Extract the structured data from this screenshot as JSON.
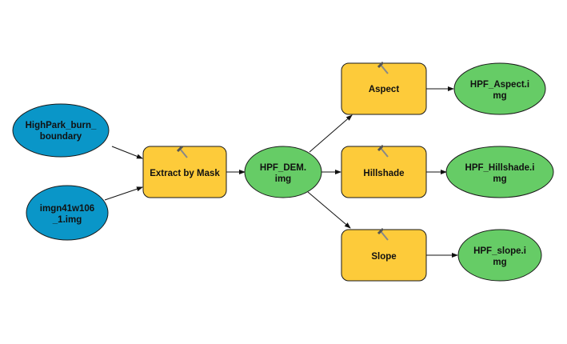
{
  "colors": {
    "input_data": "#0a96c8",
    "tool": "#fdcb3a",
    "output_data": "#66cc66",
    "stroke": "#1a1a1a",
    "background": "#ffffff"
  },
  "nodes": {
    "burn_boundary": {
      "type": "input_data",
      "lines": [
        "HighPark_burn_",
        "boundary"
      ]
    },
    "dem_input": {
      "type": "input_data",
      "lines": [
        "imgn41w106",
        "_1.img"
      ]
    },
    "extract": {
      "type": "tool",
      "icon": "hammer-icon",
      "lines": [
        "Extract by Mask"
      ]
    },
    "hpf_dem": {
      "type": "derived_data",
      "lines": [
        "HPF_DEM.",
        "img"
      ]
    },
    "aspect": {
      "type": "tool",
      "icon": "hammer-icon",
      "lines": [
        "Aspect"
      ]
    },
    "hillshade": {
      "type": "tool",
      "icon": "hammer-icon",
      "lines": [
        "Hillshade"
      ]
    },
    "slope": {
      "type": "tool",
      "icon": "hammer-icon",
      "lines": [
        "Slope"
      ]
    },
    "aspect_out": {
      "type": "derived_data",
      "lines": [
        "HPF_Aspect.i",
        "mg"
      ]
    },
    "hillshade_out": {
      "type": "derived_data",
      "lines": [
        "HPF_Hillshade.i",
        "mg"
      ]
    },
    "slope_out": {
      "type": "derived_data",
      "lines": [
        "HPF_slope.i",
        "mg"
      ]
    }
  },
  "connections": [
    [
      "burn_boundary",
      "extract"
    ],
    [
      "dem_input",
      "extract"
    ],
    [
      "extract",
      "hpf_dem"
    ],
    [
      "hpf_dem",
      "aspect"
    ],
    [
      "hpf_dem",
      "hillshade"
    ],
    [
      "hpf_dem",
      "slope"
    ],
    [
      "aspect",
      "aspect_out"
    ],
    [
      "hillshade",
      "hillshade_out"
    ],
    [
      "slope",
      "slope_out"
    ]
  ]
}
